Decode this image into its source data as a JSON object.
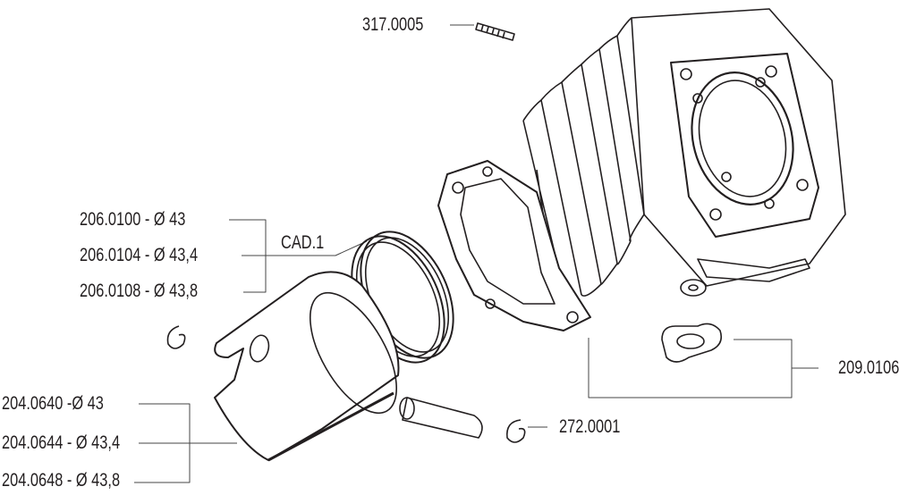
{
  "labels": {
    "stud": "317.0005",
    "ring_43": "206.0100 - Ø 43",
    "ring_434": "206.0104 - Ø 43,4",
    "ring_438": "206.0108 - Ø 43,8",
    "ring_qty": "CAD.1",
    "intake_gasket": "209.0106",
    "piston_43": "204.0640 -Ø 43",
    "piston_434": "204.0644 - Ø 43,4",
    "piston_438": "204.0648 - Ø 43,8",
    "clip": "272.0001"
  }
}
